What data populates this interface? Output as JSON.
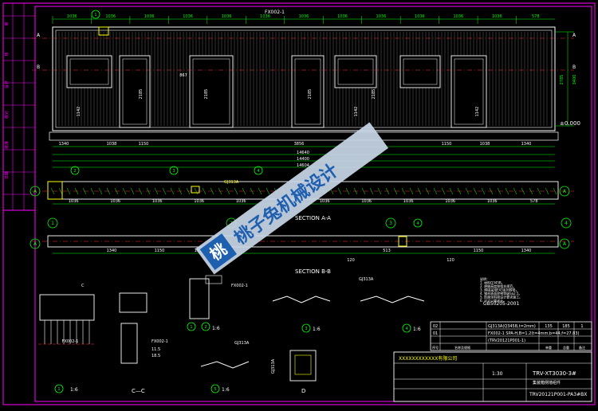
{
  "drawing": {
    "colors": {
      "background": "#000000",
      "frame": "#ff00ff",
      "outline": "#ffffff",
      "dimension": "#00ff00",
      "centerline": "#ff3030",
      "annotation": "#ffff00",
      "note": "#00ffff",
      "hatch": "#9a9a9a",
      "watermark_bg": "#c9d7e8",
      "watermark_text": "#1f5fb0"
    },
    "top_dims": [
      "1036",
      "1036",
      "1036",
      "1036",
      "1036",
      "1036",
      "1036",
      "1036",
      "1036",
      "1036",
      "1036",
      "1036",
      "578"
    ],
    "part_label_top": "FX002-1",
    "elev_dims": [
      "867",
      "1142",
      "2185",
      "2185",
      "1142",
      "2185",
      "2185",
      "1142"
    ],
    "ground_level": "±0.000",
    "right_heights": [
      "2785",
      "3400"
    ],
    "bottom_dims_row1": [
      "1340",
      "1038",
      "1150",
      "3856",
      "1150",
      "1038",
      "1340"
    ],
    "bottom_dims_row2": [
      "14640",
      "14400",
      "14604"
    ],
    "section_aa_dims": [
      "1036",
      "1036",
      "1036",
      "1036",
      "1036",
      "1036",
      "1036",
      "1036",
      "1036",
      "1036",
      "1036",
      "578"
    ],
    "section_aa_title": "SECTION A-A",
    "section_bottom_dims": [
      "1340",
      "1150",
      "1150",
      "513",
      "1150",
      "1340"
    ],
    "section_bottom_totals": [
      "120",
      "120"
    ],
    "grid_letters": [
      "A",
      "B"
    ],
    "grid_numbers": [
      "1",
      "2",
      "3",
      "4"
    ],
    "callout_labels": [
      "①",
      "②",
      "③",
      "④",
      "⑤"
    ],
    "gj_label": "GJ313A",
    "section_bb_title": "SECTION B-B",
    "part_labels": [
      "FX002-1",
      "FX002-1",
      "FX002-1",
      "GJ313A"
    ],
    "detail_scales": [
      "1:6",
      "1:6",
      "1:6",
      "1:6",
      "1:6"
    ],
    "section_cc_title": "C—C",
    "section_d_title": "D",
    "notes": [
      "说明：",
      "1. 材料Q345B。",
      "2. 焊缝高度按相关规范。",
      "3. 焊接采用E43系列焊条。",
      "4. 钢材表面除锈等级Sa2.5。",
      "5. 防腐涂料按设计要求施工。",
      "6. 尺寸以毫米计。"
    ],
    "standard": "GB50205-2001",
    "bom_rows": [
      [
        "02",
        "GJ313A(Q345B,t=2mm)",
        "135",
        "185",
        "1"
      ],
      [
        "01",
        "FX002-1  SPA-H,B=1.2(t=4mm,b=44,f=27.83)",
        "",
        "",
        ""
      ],
      [
        "",
        "(TRV20121P001-1)",
        "",
        "",
        ""
      ]
    ],
    "bom_header": [
      "序号",
      "名称及规格",
      "单重",
      "总重",
      "备注"
    ],
    "title_block": {
      "company": "XXXXXXXXXXXX有限公司",
      "scale": "1:30",
      "drawing_title": "TRV-XT3030-3#",
      "drawing_subtitle": "集装箱侧墙组件",
      "drawing_number": "TRV20121P001-PA3#BX"
    },
    "left_strip_labels": [
      "审",
      "核",
      "设计",
      "校对",
      "批准",
      "日期"
    ],
    "watermark": "桃子兔机械设计",
    "watermark_logo": "桃"
  }
}
